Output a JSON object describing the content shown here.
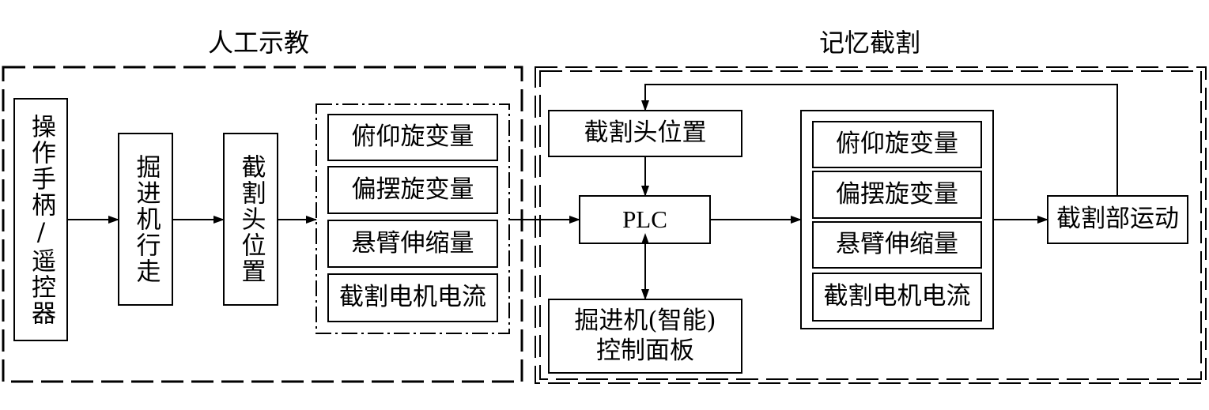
{
  "sections": {
    "left_title": "人工示教",
    "right_title": "记忆截割"
  },
  "left": {
    "joystick": "操作手柄/遥控器",
    "roadheader_walk": "掘进机行走",
    "cutter_position": "截割头位置",
    "params": [
      "俯仰旋变量",
      "偏摆旋变量",
      "悬臂伸缩量",
      "截割电机电流"
    ]
  },
  "right": {
    "cutter_position": "截割头位置",
    "plc": "PLC",
    "control_panel_line1": "掘进机(智能)",
    "control_panel_line2": "控制面板",
    "params": [
      "俯仰旋变量",
      "偏摆旋变量",
      "悬臂伸缩量",
      "截割电机电流"
    ],
    "cutting_motion": "截割部运动"
  }
}
